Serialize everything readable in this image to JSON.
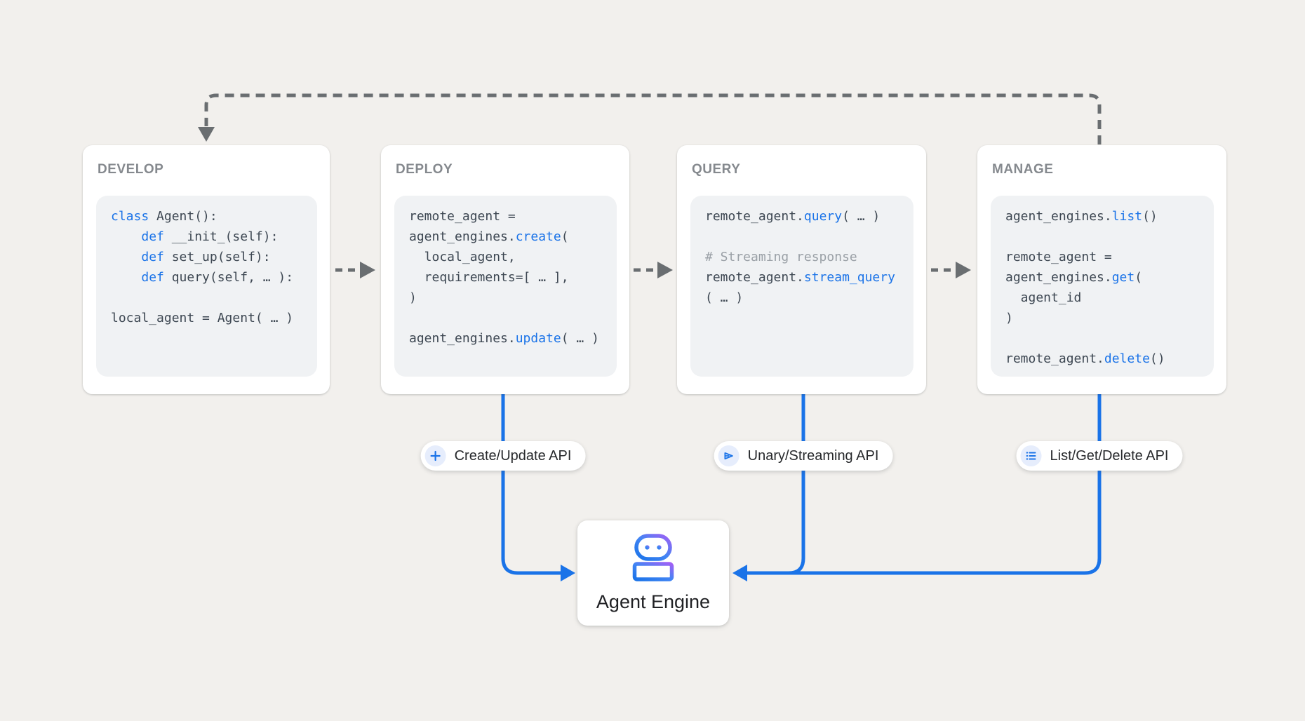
{
  "colors": {
    "background": "#f2f0ed",
    "card": "#ffffff",
    "code_background": "#f0f2f4",
    "stage_title": "#85898e",
    "code_text": "#3d4752",
    "code_keyword": "#1a73e8",
    "code_comment": "#9aa0a6",
    "gray_arrow": "#6a6e71",
    "blue_arrow": "#1a73e8",
    "pill_icon_circle": "#e6edfc",
    "robot_gradient_start": "#1a73e8",
    "robot_gradient_end": "#a160f5"
  },
  "cards": [
    {
      "title": "DEVELOP",
      "lines": [
        [
          {
            "t": "class",
            "c": "kw"
          },
          {
            "t": " Agent():"
          }
        ],
        [
          {
            "t": "    "
          },
          {
            "t": "def",
            "c": "kw"
          },
          {
            "t": " __init_(self):"
          }
        ],
        [
          {
            "t": "    "
          },
          {
            "t": "def",
            "c": "kw"
          },
          {
            "t": " set_up(self):"
          }
        ],
        [
          {
            "t": "    "
          },
          {
            "t": "def",
            "c": "kw"
          },
          {
            "t": " query(self, … ):"
          }
        ],
        [],
        [
          {
            "t": "local_agent = Agent( … )"
          }
        ]
      ]
    },
    {
      "title": "DEPLOY",
      "lines": [
        [
          {
            "t": "remote_agent ="
          }
        ],
        [
          {
            "t": "agent_engines."
          },
          {
            "t": "create",
            "c": "kw"
          },
          {
            "t": "("
          }
        ],
        [
          {
            "t": "  local_agent,"
          }
        ],
        [
          {
            "t": "  requirements=[ … ],"
          }
        ],
        [
          {
            "t": ")"
          }
        ],
        [],
        [
          {
            "t": "agent_engines."
          },
          {
            "t": "update",
            "c": "kw"
          },
          {
            "t": "( … )"
          }
        ]
      ]
    },
    {
      "title": "QUERY",
      "lines": [
        [
          {
            "t": "remote_agent."
          },
          {
            "t": "query",
            "c": "kw"
          },
          {
            "t": "( … )"
          }
        ],
        [],
        [
          {
            "t": "# Streaming response",
            "c": "cm"
          }
        ],
        [
          {
            "t": "remote_agent."
          },
          {
            "t": "stream_query",
            "c": "kw"
          }
        ],
        [
          {
            "t": "( … )"
          }
        ]
      ]
    },
    {
      "title": "MANAGE",
      "lines": [
        [
          {
            "t": "agent_engines."
          },
          {
            "t": "list",
            "c": "kw"
          },
          {
            "t": "()"
          }
        ],
        [],
        [
          {
            "t": "remote_agent ="
          }
        ],
        [
          {
            "t": "agent_engines."
          },
          {
            "t": "get",
            "c": "kw"
          },
          {
            "t": "("
          }
        ],
        [
          {
            "t": "  agent_id"
          }
        ],
        [
          {
            "t": ")"
          }
        ],
        [],
        [
          {
            "t": "remote_agent."
          },
          {
            "t": "delete",
            "c": "kw"
          },
          {
            "t": "()"
          }
        ]
      ]
    }
  ],
  "pills": [
    {
      "icon": "plus-icon",
      "label": "Create/Update API"
    },
    {
      "icon": "send-icon",
      "label": "Unary/Streaming API"
    },
    {
      "icon": "list-icon",
      "label": "List/Get/Delete API"
    }
  ],
  "agent_engine": {
    "icon": "robot-icon",
    "label": "Agent Engine"
  }
}
